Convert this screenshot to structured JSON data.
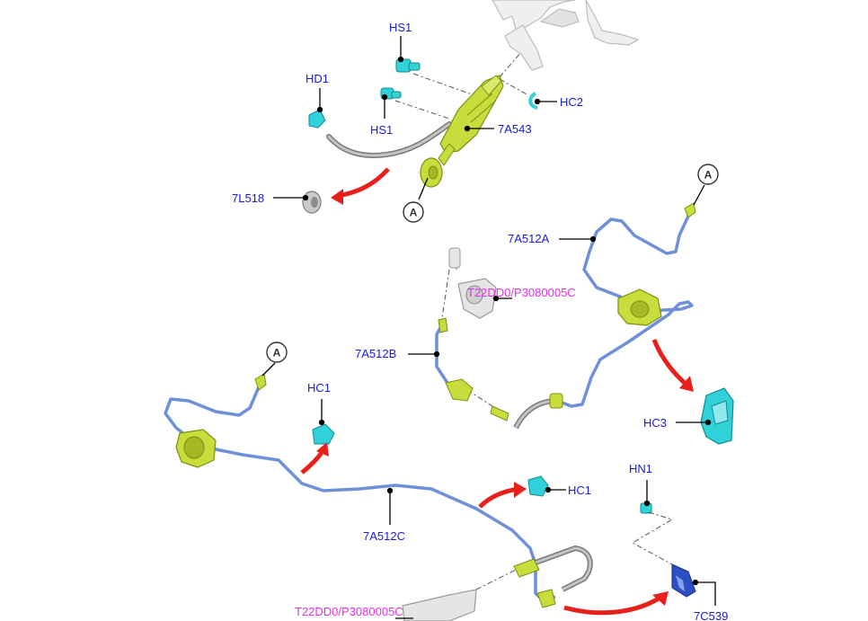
{
  "colors": {
    "label": "#1a1ad4",
    "code": "#e62ee6",
    "pipe": "#6f8fd8",
    "pipe_dark": "#4a67b8",
    "fitting": "#c8dc3c",
    "clip": "#2fd2d8",
    "hose": "#9a9a9a",
    "arrow": "#e8201c",
    "leader": "#000000"
  },
  "labels": {
    "hs1_top": "HS1",
    "hd1": "HD1",
    "hs1_mid": "HS1",
    "hc2": "HC2",
    "p7a543": "7A543",
    "p7l518": "7L518",
    "a_top": "A",
    "a_right": "A",
    "a_left": "A",
    "p7a512a": "7A512A",
    "p7a512b": "7A512B",
    "hc1_left": "HC1",
    "hc1_mid": "HC1",
    "hc3": "HC3",
    "hn1": "HN1",
    "p7a512c": "7A512C",
    "p7c539": "7C539"
  },
  "codes": {
    "upper": "T22DD0/P3080005C",
    "lower": "T22DD0/P3080005C"
  }
}
